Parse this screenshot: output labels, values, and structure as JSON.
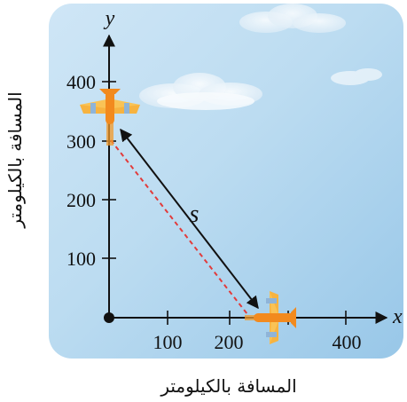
{
  "axes": {
    "x_label": "x",
    "y_label": "y",
    "x_title": "المسافة بالكيلومتر",
    "y_title": "المسافة بالكيلومتر",
    "x_ticks": [
      "100",
      "200",
      "400"
    ],
    "y_ticks": [
      "100",
      "200",
      "300",
      "400"
    ]
  },
  "segment_label": "s",
  "icons": {
    "plane_1": "airplane-icon",
    "plane_2": "airplane-icon",
    "clouds": "cloud-icon"
  },
  "colors": {
    "sky_light": "#e6f2fb",
    "sky_mid": "#bfdff2",
    "sky_dark": "#9ccbea",
    "axis": "#111111",
    "dashed_line": "#e23b3b",
    "plane_body": "#f28a1e",
    "plane_wing": "#f7b340"
  }
}
